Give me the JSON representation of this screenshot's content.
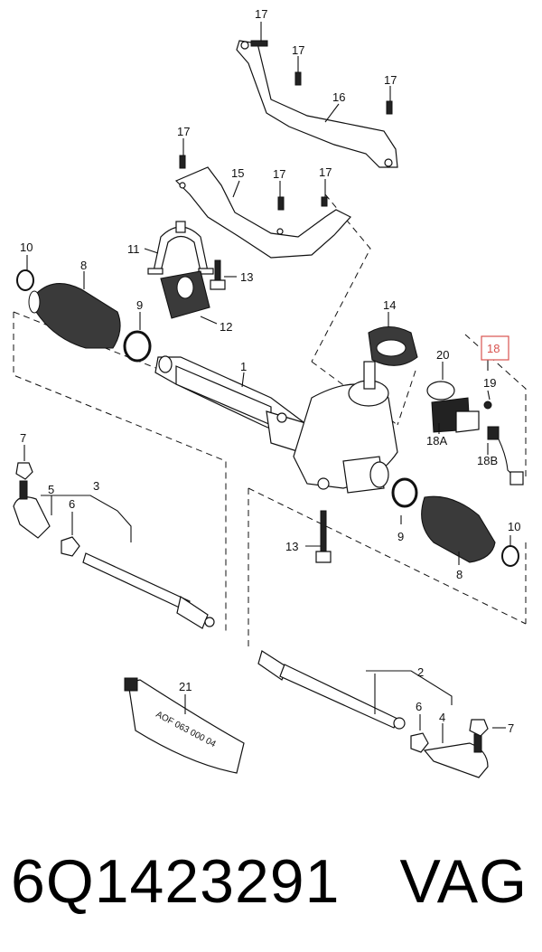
{
  "callouts": {
    "p17a": "17",
    "p17b": "17",
    "p17c": "17",
    "p17d": "17",
    "p17e": "17",
    "p17f": "17",
    "p16": "16",
    "p15": "15",
    "p14": "14",
    "p13a": "13",
    "p13b": "13",
    "p12": "12",
    "p11": "11",
    "p10a": "10",
    "p10b": "10",
    "p9a": "9",
    "p9b": "9",
    "p8a": "8",
    "p8b": "8",
    "p7a": "7",
    "p7b": "7",
    "p6a": "6",
    "p6b": "6",
    "p5": "5",
    "p4": "4",
    "p3": "3",
    "p2": "2",
    "p1": "1",
    "p18": "18",
    "p18a": "18A",
    "p18b": "18B",
    "p19": "19",
    "p20": "20",
    "p21": "21"
  },
  "tube_marking": "AOF 063 000 04",
  "highlight_color": "#d9534f",
  "footer": {
    "part_number": "6Q1423291",
    "brand": "VAG"
  }
}
